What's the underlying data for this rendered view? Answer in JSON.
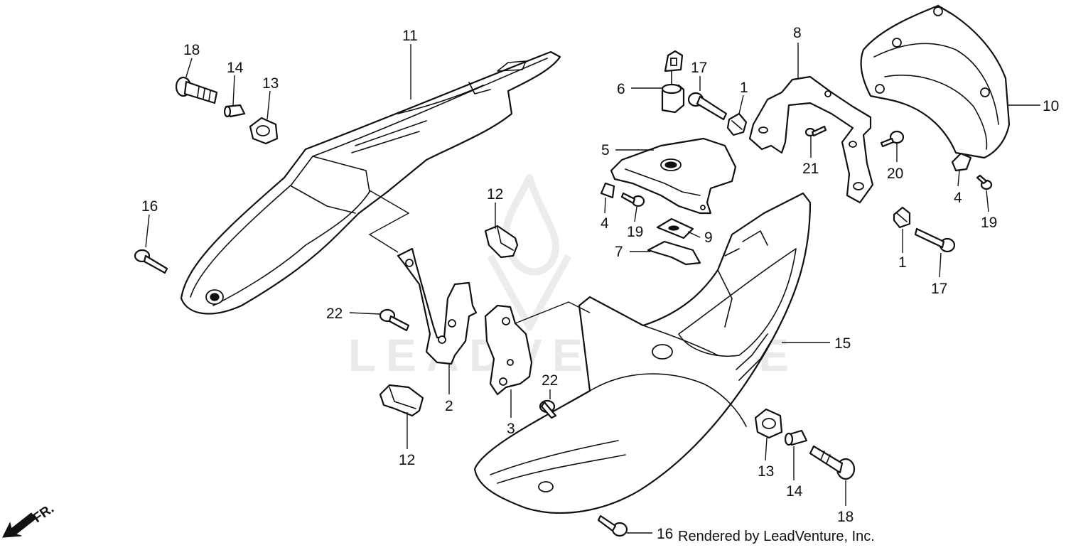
{
  "watermark": {
    "text": "LEADVENTURE"
  },
  "footer": {
    "credit": "Rendered by LeadVenture, Inc."
  },
  "front_indicator": {
    "label": "FR."
  },
  "callouts": {
    "c18a": "18",
    "c14a": "14",
    "c13a": "13",
    "c11": "11",
    "c16a": "16",
    "c12a": "12",
    "c22a": "22",
    "c2": "2",
    "c3": "3",
    "c22b": "22",
    "c12b": "12",
    "c6": "6",
    "c17a": "17",
    "c1a": "1",
    "c8": "8",
    "c10": "10",
    "c5": "5",
    "c21": "21",
    "c20": "20",
    "c4a": "4",
    "c19a": "19",
    "c4b": "4",
    "c19b": "19",
    "c9": "9",
    "c7": "7",
    "c1b": "1",
    "c17b": "17",
    "c15": "15",
    "c13b": "13",
    "c14b": "14",
    "c18b": "18",
    "c16b": "16"
  }
}
